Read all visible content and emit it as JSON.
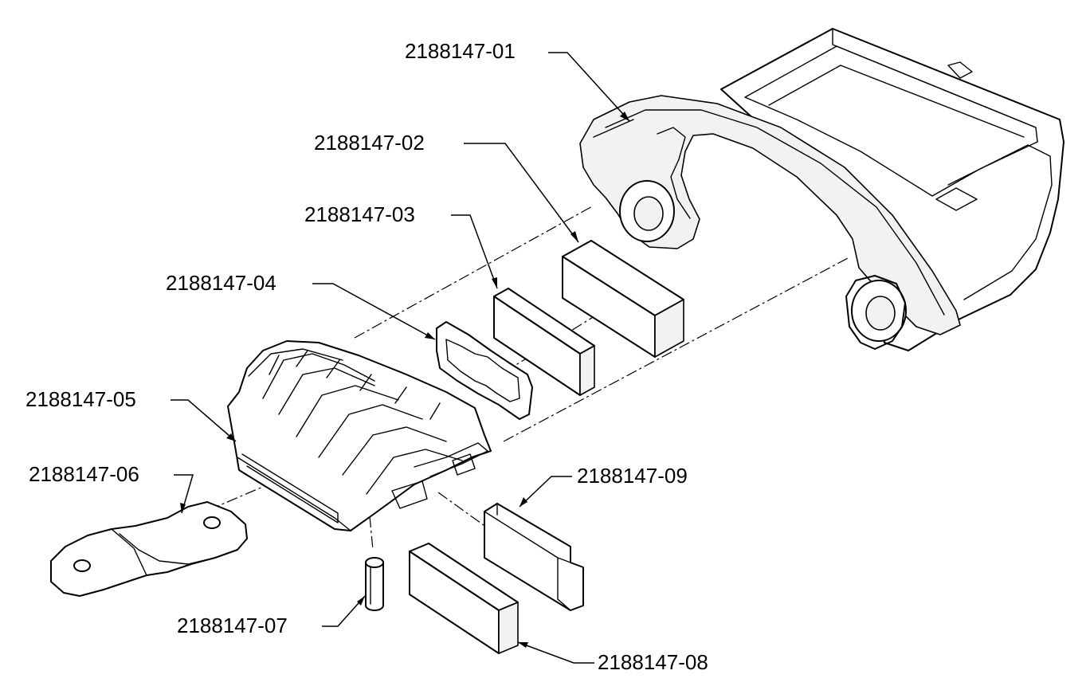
{
  "diagram": {
    "callouts": [
      {
        "id": "c01",
        "text": "2188147-01"
      },
      {
        "id": "c02",
        "text": "2188147-02"
      },
      {
        "id": "c03",
        "text": "2188147-03"
      },
      {
        "id": "c04",
        "text": "2188147-04"
      },
      {
        "id": "c05",
        "text": "2188147-05"
      },
      {
        "id": "c06",
        "text": "2188147-06"
      },
      {
        "id": "c07",
        "text": "2188147-07"
      },
      {
        "id": "c08",
        "text": "2188147-08"
      },
      {
        "id": "c09",
        "text": "2188147-09"
      }
    ]
  }
}
